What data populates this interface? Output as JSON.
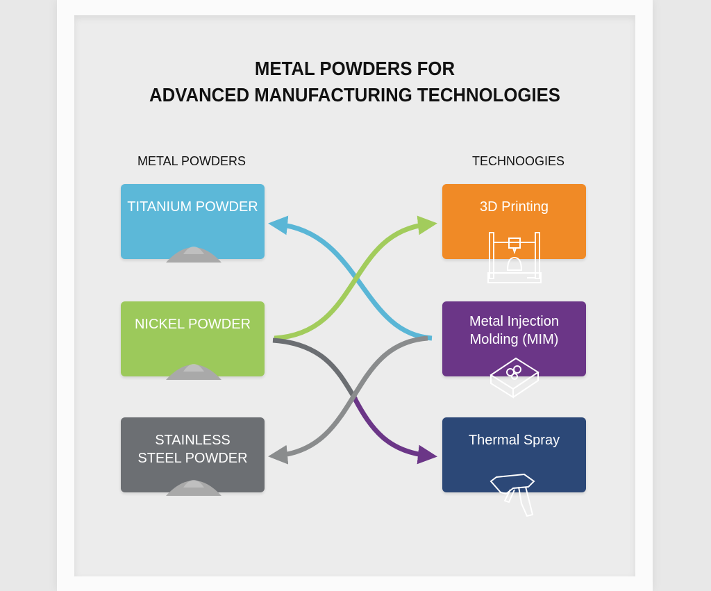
{
  "title_line1": "METAL POWDERS FOR",
  "title_line2": "ADVANCED MANUFACTURING TECHNOLOGIES",
  "left_header": "METAL POWDERS",
  "right_header": "TECHNOOGIES",
  "powders": [
    {
      "label": "TITANIUM POWDER",
      "color": "#5cb8d8"
    },
    {
      "label": "NICKEL POWDER",
      "color": "#9cc95b"
    },
    {
      "label": "STAINLESS STEEL POWDER",
      "color": "#6c6f73"
    }
  ],
  "technologies": [
    {
      "label": "3D Printing",
      "color": "#f08a26",
      "icon": "3d-printer-icon"
    },
    {
      "label": "Metal Injection Molding (MIM)",
      "color": "#6b3687",
      "icon": "mold-icon"
    },
    {
      "label": "Thermal Spray",
      "color": "#2c4877",
      "icon": "spray-gun-icon"
    }
  ],
  "arrow_colors": {
    "blue": "#5ab6d6",
    "green": "#a2cc5c",
    "dark_gray": "#6b6e72",
    "gray": "#8a8c8d",
    "purple": "#6b3687"
  }
}
